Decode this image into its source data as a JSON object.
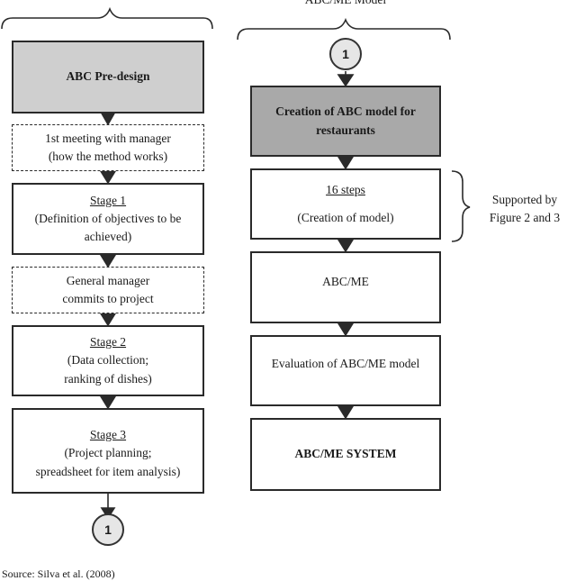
{
  "right_header": "ABC/ME Model",
  "connector_label": "1",
  "left_column": {
    "predesign": "ABC Pre-design",
    "meeting": {
      "line1": "1st meeting with manager",
      "line2": "(how the method works)"
    },
    "stage1": {
      "title": "Stage 1",
      "line1": "(Definition of objectives to be",
      "line2": "achieved)"
    },
    "commit": {
      "line1": "General manager",
      "line2": "commits to project"
    },
    "stage2": {
      "title": "Stage 2",
      "line1": "(Data collection;",
      "line2": "ranking of dishes)"
    },
    "stage3": {
      "title": "Stage 3",
      "line1": "(Project planning;",
      "line2": "spreadsheet for item analysis)"
    }
  },
  "right_column": {
    "creation": {
      "line1": "Creation of ABC model for",
      "line2": "restaurants"
    },
    "steps": {
      "title": "16 steps",
      "line1": "(Creation of model)"
    },
    "abcme": "ABC/ME",
    "evaluation": "Evaluation of ABC/ME model",
    "system": "ABC/ME SYSTEM"
  },
  "supported": {
    "line1": "Supported by",
    "line2": "Figure 2 and 3"
  },
  "source": "Source: Silva et al. (2008)"
}
